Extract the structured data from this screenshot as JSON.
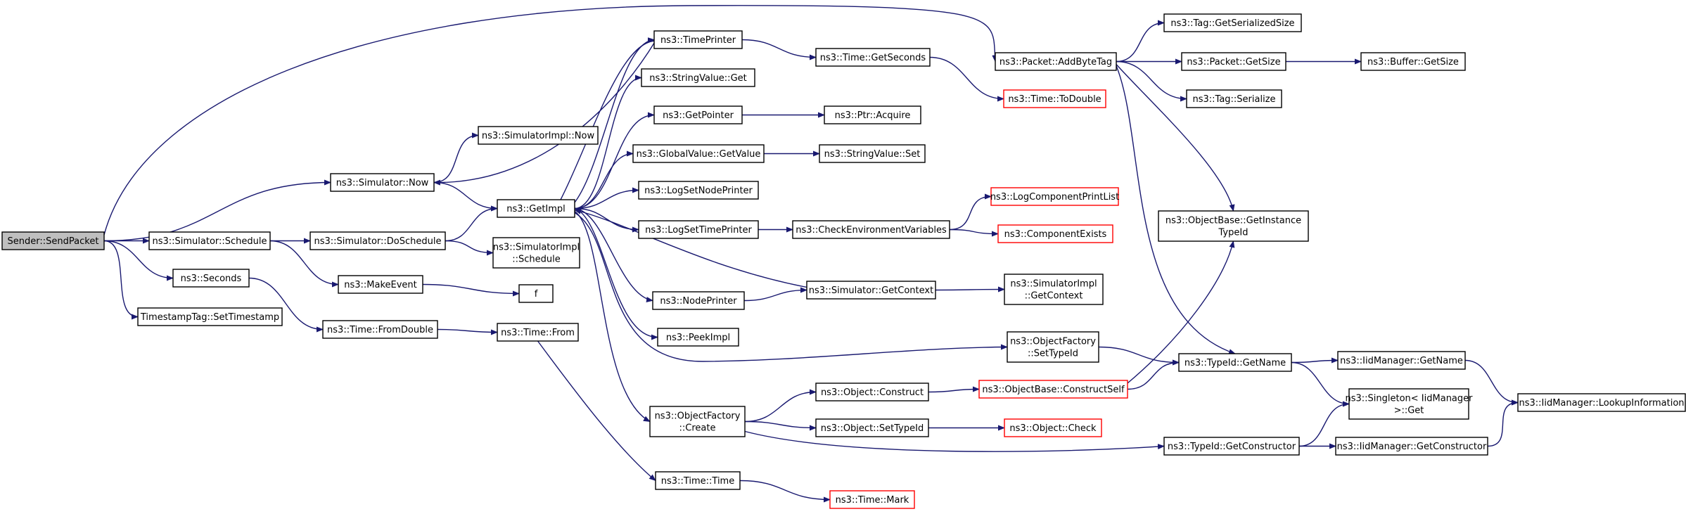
{
  "diagram": {
    "colors": {
      "edge": "#191970",
      "node_border": "#000000",
      "truncated_border": "#ff0000",
      "root_fill": "#bfbfbf",
      "node_fill": "#ffffff"
    },
    "nodes": [
      {
        "id": "sender",
        "lines": [
          "Sender::SendPacket"
        ],
        "root": true
      },
      {
        "id": "sim_schedule",
        "lines": [
          "ns3::Simulator::Schedule"
        ]
      },
      {
        "id": "seconds",
        "lines": [
          "ns3::Seconds"
        ]
      },
      {
        "id": "ts_set",
        "lines": [
          "TimestampTag::SetTimestamp"
        ]
      },
      {
        "id": "sim_now",
        "lines": [
          "ns3::Simulator::Now"
        ]
      },
      {
        "id": "simimpl_now",
        "lines": [
          "ns3::SimulatorImpl::Now"
        ]
      },
      {
        "id": "sim_doschedule",
        "lines": [
          "ns3::Simulator::DoSchedule"
        ]
      },
      {
        "id": "makeevent",
        "lines": [
          "ns3::MakeEvent"
        ]
      },
      {
        "id": "fromdouble",
        "lines": [
          "ns3::Time::FromDouble"
        ]
      },
      {
        "id": "getimpl",
        "lines": [
          "ns3::GetImpl"
        ]
      },
      {
        "id": "simimpl_schedule",
        "lines": [
          "ns3::SimulatorImpl",
          "::Schedule"
        ]
      },
      {
        "id": "f",
        "lines": [
          "f"
        ]
      },
      {
        "id": "time_from",
        "lines": [
          "ns3::Time::From"
        ]
      },
      {
        "id": "timeprinter",
        "lines": [
          "ns3::TimePrinter"
        ]
      },
      {
        "id": "stringvalue_get",
        "lines": [
          "ns3::StringValue::Get"
        ]
      },
      {
        "id": "getpointer",
        "lines": [
          "ns3::GetPointer"
        ]
      },
      {
        "id": "gv_getvalue",
        "lines": [
          "ns3::GlobalValue::GetValue"
        ]
      },
      {
        "id": "logsetnode",
        "lines": [
          "ns3::LogSetNodePrinter"
        ]
      },
      {
        "id": "logsettime",
        "lines": [
          "ns3::LogSetTimePrinter"
        ]
      },
      {
        "id": "nodeprinter",
        "lines": [
          "ns3::NodePrinter"
        ]
      },
      {
        "id": "peekimpl",
        "lines": [
          "ns3::PeekImpl"
        ]
      },
      {
        "id": "of_create",
        "lines": [
          "ns3::ObjectFactory",
          "::Create"
        ]
      },
      {
        "id": "time_time",
        "lines": [
          "ns3::Time::Time"
        ]
      },
      {
        "id": "time_getseconds",
        "lines": [
          "ns3::Time::GetSeconds"
        ]
      },
      {
        "id": "ptr_acquire",
        "lines": [
          "ns3::Ptr::Acquire"
        ]
      },
      {
        "id": "stringvalue_set",
        "lines": [
          "ns3::StringValue::Set"
        ]
      },
      {
        "id": "checkenv",
        "lines": [
          "ns3::CheckEnvironmentVariables"
        ]
      },
      {
        "id": "sim_getcontext",
        "lines": [
          "ns3::Simulator::GetContext"
        ]
      },
      {
        "id": "obj_construct",
        "lines": [
          "ns3::Object::Construct"
        ]
      },
      {
        "id": "obj_settypeid",
        "lines": [
          "ns3::Object::SetTypeId"
        ]
      },
      {
        "id": "time_mark",
        "lines": [
          "ns3::Time::Mark"
        ],
        "truncated": true
      },
      {
        "id": "time_todouble",
        "lines": [
          "ns3::Time::ToDouble"
        ],
        "truncated": true
      },
      {
        "id": "logcompprint",
        "lines": [
          "ns3::LogComponentPrintList"
        ],
        "truncated": true
      },
      {
        "id": "compexists",
        "lines": [
          "ns3::ComponentExists"
        ],
        "truncated": true
      },
      {
        "id": "simimpl_getcontext",
        "lines": [
          "ns3::SimulatorImpl",
          "::GetContext"
        ]
      },
      {
        "id": "of_settypeid",
        "lines": [
          "ns3::ObjectFactory",
          "::SetTypeId"
        ]
      },
      {
        "id": "ob_constructself",
        "lines": [
          "ns3::ObjectBase::ConstructSelf"
        ],
        "truncated": true
      },
      {
        "id": "obj_check",
        "lines": [
          "ns3::Object::Check"
        ],
        "truncated": true
      },
      {
        "id": "packet_addbytetag",
        "lines": [
          "ns3::Packet::AddByteTag"
        ]
      },
      {
        "id": "tag_getserialized",
        "lines": [
          "ns3::Tag::GetSerializedSize"
        ]
      },
      {
        "id": "packet_getsize",
        "lines": [
          "ns3::Packet::GetSize"
        ]
      },
      {
        "id": "tag_serialize",
        "lines": [
          "ns3::Tag::Serialize"
        ]
      },
      {
        "id": "ob_getinstance",
        "lines": [
          "ns3::ObjectBase::GetInstance",
          "TypeId"
        ]
      },
      {
        "id": "typeid_getname",
        "lines": [
          "ns3::TypeId::GetName"
        ]
      },
      {
        "id": "typeid_getconstructor",
        "lines": [
          "ns3::TypeId::GetConstructor"
        ]
      },
      {
        "id": "buffer_getsize",
        "lines": [
          "ns3::Buffer::GetSize"
        ]
      },
      {
        "id": "iid_getname",
        "lines": [
          "ns3::IidManager::GetName"
        ]
      },
      {
        "id": "singleton_get",
        "lines": [
          "ns3::Singleton< IidManager",
          " >::Get"
        ]
      },
      {
        "id": "iid_getconstructor",
        "lines": [
          "ns3::IidManager::GetConstructor"
        ]
      },
      {
        "id": "iid_lookup",
        "lines": [
          "ns3::IidManager::LookupInformation"
        ]
      }
    ]
  }
}
